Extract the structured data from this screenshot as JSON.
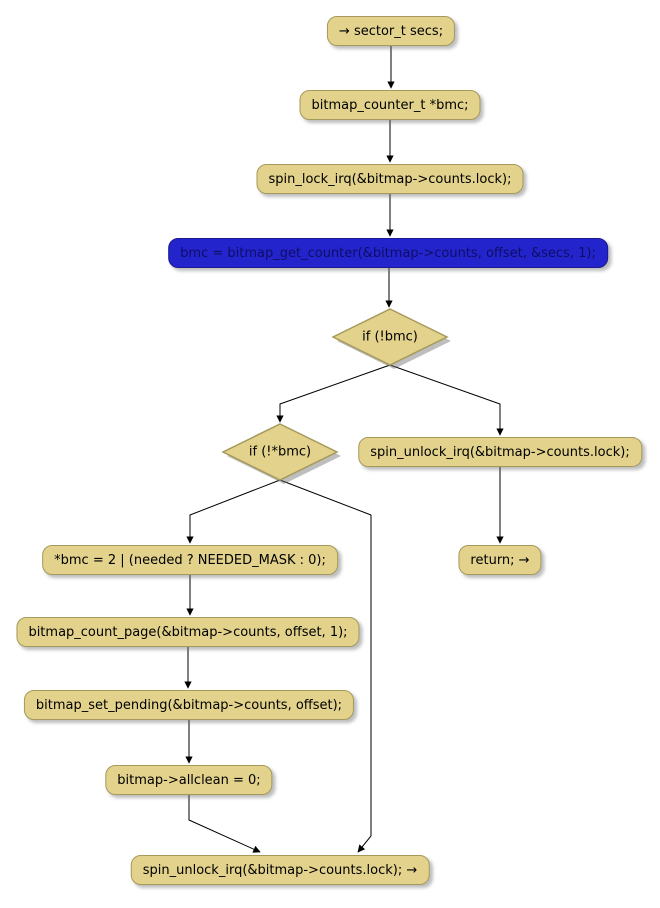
{
  "diagram": {
    "colors": {
      "node_fill": "#E2D28B",
      "node_border": "#A59A5B",
      "highlight_fill": "#2424CC",
      "highlight_border": "#1A1A8E",
      "highlight_text": "#0E0E66",
      "arrow": "#000000",
      "background": "#FFFFFF"
    },
    "nodes": {
      "entry": {
        "label": "→ sector_t secs;"
      },
      "declare_bmc": {
        "label": "bitmap_counter_t *bmc;"
      },
      "spin_lock": {
        "label": "spin_lock_irq(&bitmap->counts.lock);"
      },
      "get_counter": {
        "label": "bmc = bitmap_get_counter(&bitmap->counts, offset, &secs, 1);"
      },
      "if_not_bmc": {
        "label": "if (!bmc)"
      },
      "spin_unlock_early": {
        "label": "spin_unlock_irq(&bitmap->counts.lock);"
      },
      "return_exit": {
        "label": "return; →"
      },
      "if_not_deref_bmc": {
        "label": "if (!*bmc)"
      },
      "set_bmc": {
        "label": "*bmc = 2 | (needed ? NEEDED_MASK : 0);"
      },
      "count_page": {
        "label": "bitmap_count_page(&bitmap->counts, offset, 1);"
      },
      "set_pending": {
        "label": "bitmap_set_pending(&bitmap->counts, offset);"
      },
      "allclean": {
        "label": "bitmap->allclean = 0;"
      },
      "spin_unlock_exit": {
        "label": "spin_unlock_irq(&bitmap->counts.lock); →"
      }
    }
  }
}
